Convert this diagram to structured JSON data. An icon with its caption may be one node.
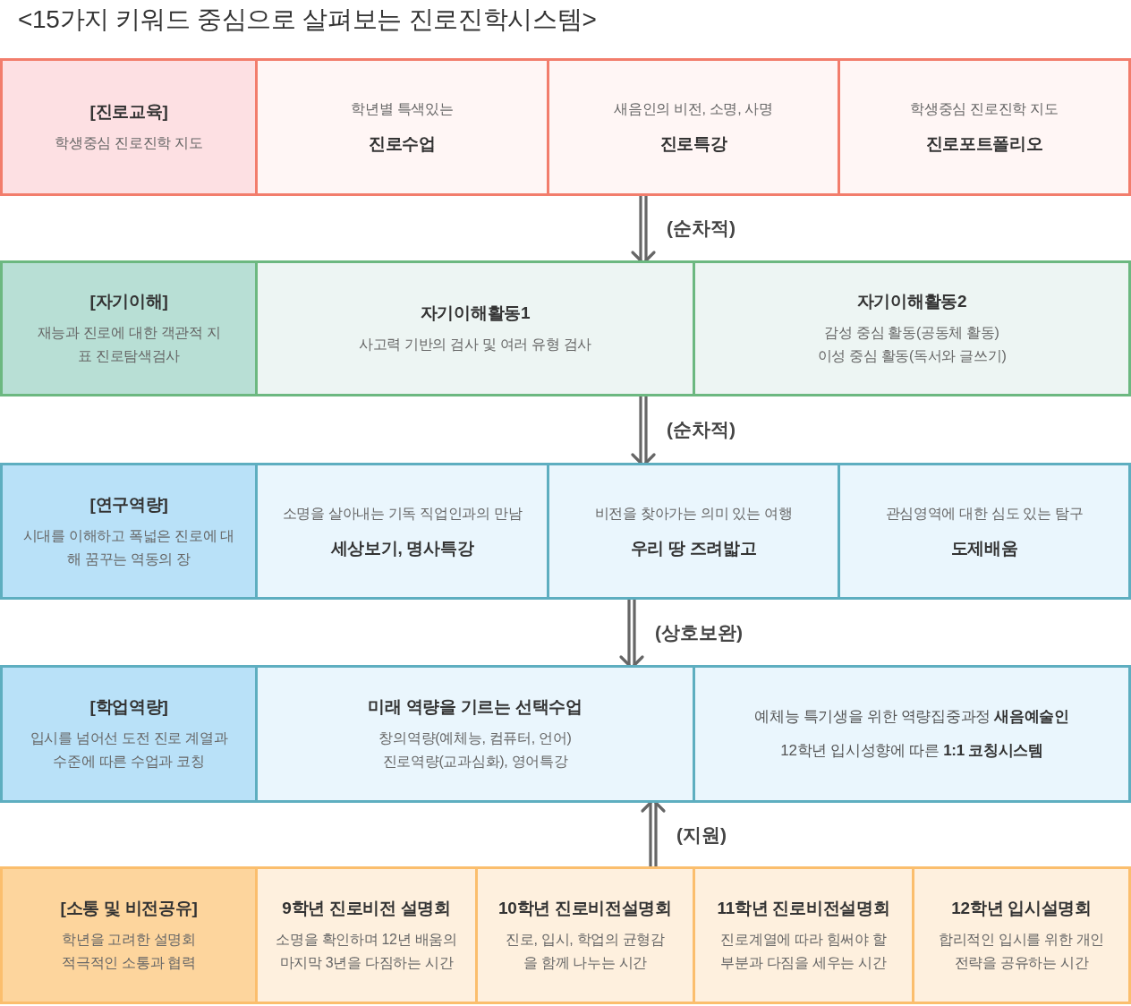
{
  "diagram": {
    "title": "<15가지 키워드 중심으로 살펴보는 진로진학시스템>",
    "nodes": [
      {
        "text": [],
        "shape": "box"
      },
      {
        "text": [
          "[진로교육]",
          "학생중심 진로진학 지도"
        ],
        "in": 0
      },
      {
        "text": [
          "학년별 특색있는",
          "진로수업"
        ],
        "in": 0
      },
      {
        "text": [
          "새음인의 비전, 소명, 사명",
          "진로특강"
        ],
        "in": 0
      },
      {
        "text": [
          "학생중심 진로진학 지도",
          "진로포트폴리오"
        ],
        "in": 0
      },
      {
        "text": [],
        "shape": "box"
      },
      {
        "text": [
          "[자기이해]",
          "재능과 진로에 대한 객관적 지 표 진로탐색검사"
        ],
        "in": 5
      },
      {
        "text": [
          "자기이해활동1",
          "사고력 기반의 검사 및 여러 유형 검사"
        ],
        "in": 5
      },
      {
        "text": [
          "자기이해활동2",
          "감성 중심 활동(공동체 활동)",
          "이성 중심 활동(독서와 글쓰기)"
        ],
        "in": 5
      },
      {
        "text": [],
        "shape": "box"
      },
      {
        "text": [
          "[연구역량]",
          "시대를 이해하고 폭넓은 진로에 대 해 꿈꾸는 역동의 장"
        ],
        "in": 9
      },
      {
        "text": [
          "소명을 살아내는 기독 직업인과의 만남",
          "세상보기, 명사특강"
        ],
        "in": 9
      },
      {
        "text": [
          "비전을 찾아가는 의미 있는 여행",
          "우리 땅 즈려밟고"
        ],
        "in": 9
      },
      {
        "text": [
          "관심영역에 대한 심도 있는 탐구",
          "도제배움"
        ],
        "in": 9
      },
      {
        "text": [],
        "shape": "box"
      },
      {
        "text": [
          "[학업역량]",
          "입시를 넘어선 도전 진로 계열과 수준에 따른 수업과 코칭"
        ],
        "in": 14
      },
      {
        "text": [
          "미래 역량을 기르는 선택수업",
          "창의역량(예체능, 컴퓨터, 언어)",
          "진로역량(교과심화), 영어특강"
        ],
        "in": 14
      },
      {
        "text": [
          "예체능 특기생을 위한 역량집중과정 **새음예술인**",
          "12학년 입시성향에 따른 **1:1 코칭시스템**"
        ],
        "in": 14
      },
      {
        "text": [],
        "shape": "box"
      },
      {
        "text": [
          "[소통 및 비전공유]",
          "학년을 고려한 설명회 적극적인 소통과 협력"
        ],
        "in": 18
      },
      {
        "text": [
          "9학년 진로비전 설명회",
          "소명을 확인하며 12년 배움의 마지막 3년을 다짐하는 시간"
        ],
        "in": 18
      },
      {
        "text": [
          "10학년 진로비전설명회",
          "진로, 입시, 학업의 균형감 을 함께 나누는 시간"
        ],
        "in": 18
      },
      {
        "text": [
          "11학년 진로비전설명회",
          "진로계열에 따라 힘써야 할 부분과 다짐을 세우는 시간"
        ],
        "in": 18
      },
      {
        "text": [
          "12학년 입시설명회",
          "합리적인 입시를 위한 개인 전략을 공유하는 시간"
        ],
        "in": 18
      }
    ],
    "edges": [
      {
        "from": 0,
        "to": 5,
        "arrow": "to",
        "label": "(순차적)"
      },
      {
        "from": 5,
        "to": 9,
        "arrow": "to",
        "label": "(순차적)"
      },
      {
        "from": 9,
        "to": 14,
        "arrow": "to",
        "label": "(상호보완)"
      },
      {
        "from": 18,
        "to": 14,
        "arrow": "to",
        "label": "(지원)"
      }
    ]
  }
}
